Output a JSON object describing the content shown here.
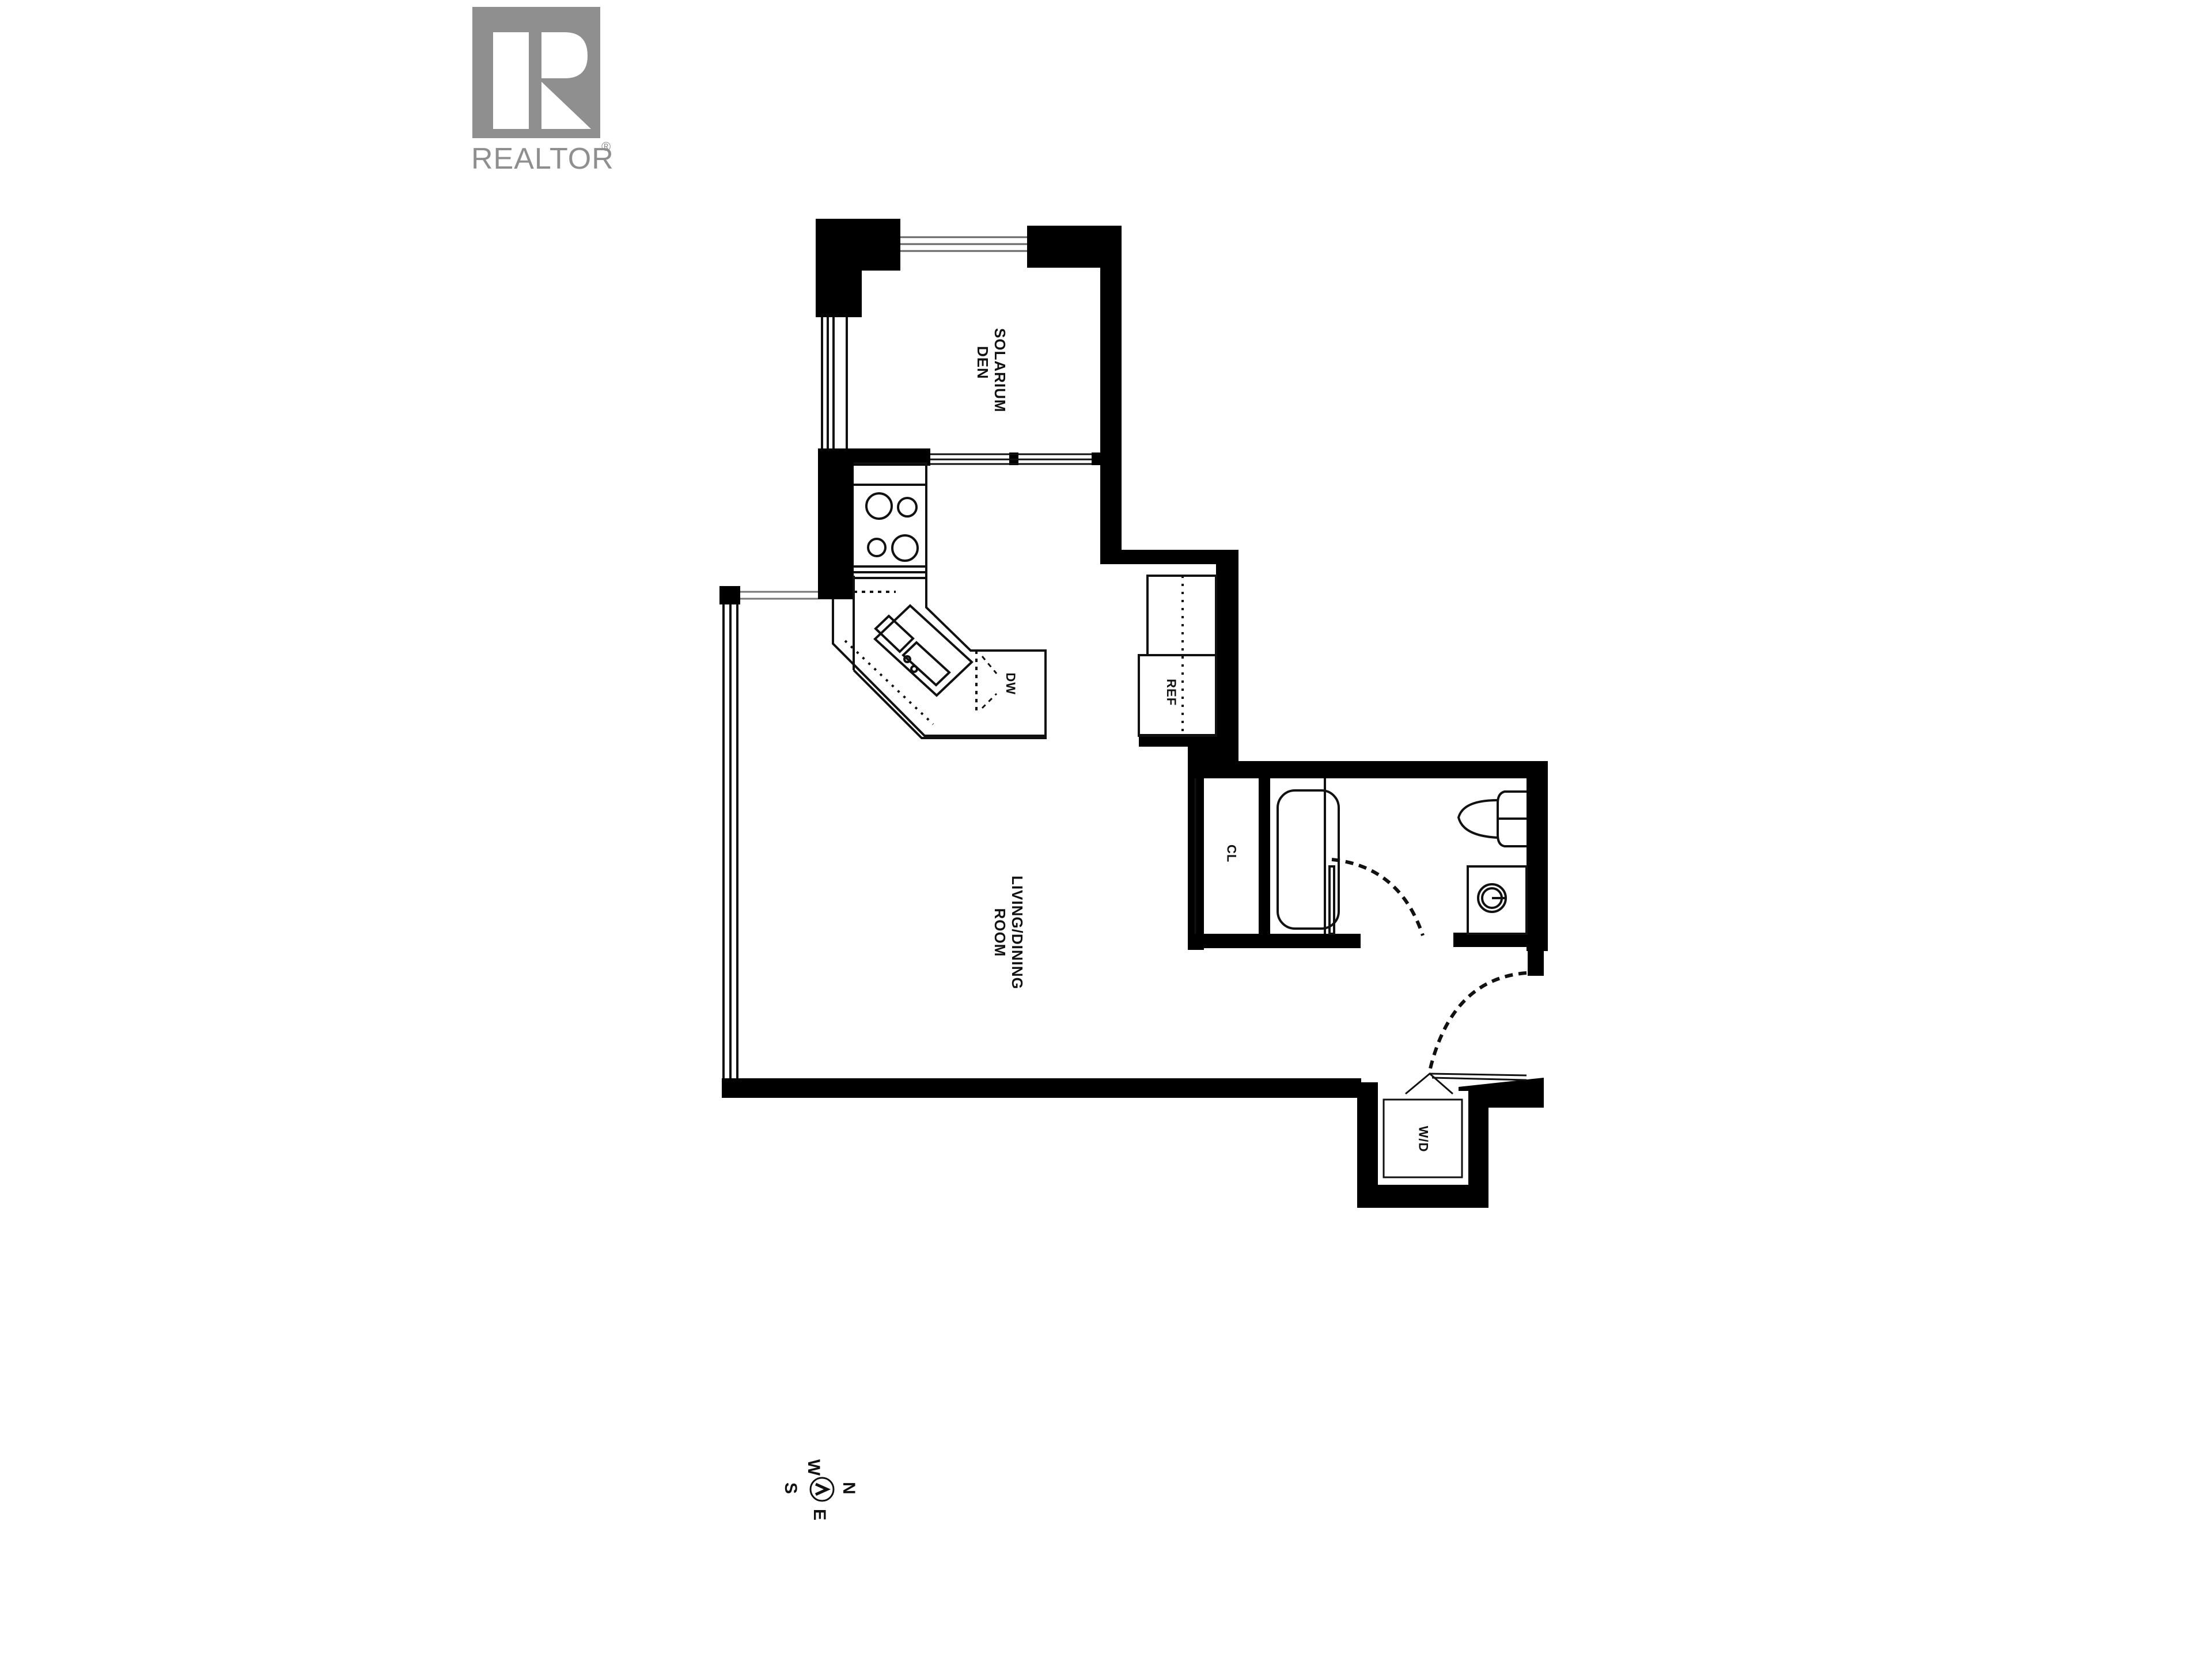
{
  "logo": {
    "wordmark": "REALTOR",
    "registered_mark": "®",
    "icon": "realtor-r-icon",
    "color": "#8f8f8f"
  },
  "floor_plan": {
    "rooms": {
      "solarium": {
        "line1": "SOLARIUM",
        "line2": "DEN"
      },
      "living": {
        "line1": "LIVING/DINING",
        "line2": "ROOM"
      },
      "kitchen_dw": "DW",
      "kitchen_ref": "REF",
      "closet": "CL",
      "washer_dryer": "W/D"
    },
    "fixtures": [
      "stove-icon",
      "double-sink-icon",
      "bathtub-icon",
      "toilet-icon",
      "vanity-sink-icon"
    ],
    "wall_color": "#000000",
    "line_color": "#111111"
  },
  "compass": {
    "north": "N",
    "south": "S",
    "east": "E",
    "west": "W"
  }
}
